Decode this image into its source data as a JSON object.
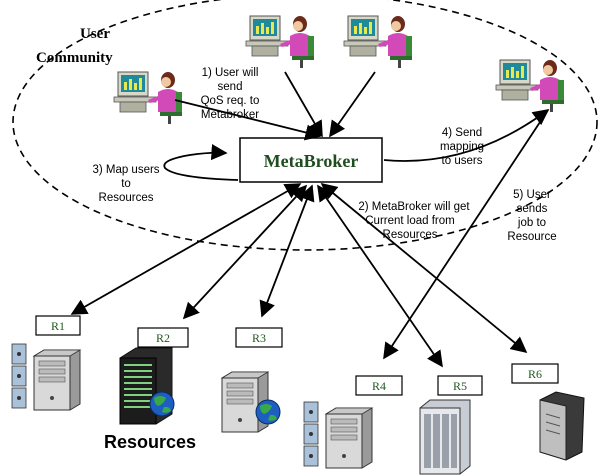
{
  "diagram": {
    "community_label_line1": "User",
    "community_label_line2": "Community",
    "metabroker_label": "MetaBroker",
    "resources_label": "Resources",
    "colors": {
      "metabroker_text": "#1f4d1f",
      "resource_label_text": "#1f5a1f",
      "line": "#000000",
      "background": "#ffffff"
    },
    "steps": {
      "step1": [
        "1) User will",
        "send",
        "QoS req. to",
        "Metabroker"
      ],
      "step2": [
        "2) MetaBroker will get",
        "Current load from",
        "Resources"
      ],
      "step3": [
        "3) Map users",
        "to",
        "Resources"
      ],
      "step4": [
        "4) Send",
        "mapping",
        "to users"
      ],
      "step5": [
        "5) User",
        "sends",
        "job to",
        "Resource"
      ]
    },
    "resources": [
      "R1",
      "R2",
      "R3",
      "R4",
      "R5",
      "R6"
    ],
    "icons": {
      "user": "user-at-computer-icon",
      "server_tower": "server-tower-icon",
      "rack_server": "rack-server-icon",
      "globe": "globe-icon",
      "disk_stack": "disk-stack-icon"
    }
  }
}
